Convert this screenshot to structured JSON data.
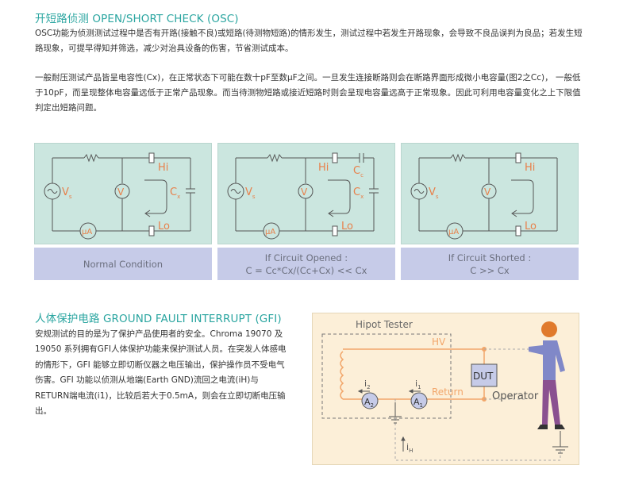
{
  "osc": {
    "title": "开短路侦测 OPEN/SHORT CHECK (OSC)",
    "para1": "OSC功能为侦测测试过程中是否有开路(接触不良)或短路(待测物短路)的情形发生，测试过程中若发生开路现象，会导致不良品误判为良品；若发生短路现象，可提早得知并筛选，减少对治具设备的伤害，节省测试成本。",
    "para2": "一般耐压测试产品皆呈电容性(Cx)，在正常状态下可能在数十pF至数μF之间。一旦发生连接断路则会在断路界面形成微小电容量(图2之Cc)， 一般低于10pF，而呈现整体电容量远低于正常产品现象。而当待测物短路或接近短路时则会呈现电容量远高于正常现象。因此可利用电容量变化之上下限值判定出短路问题。",
    "labels": {
      "hi": "Hi",
      "lo": "Lo",
      "v": "V",
      "ua": "μA",
      "vs_main": "V",
      "vs_sub": "s",
      "cx_main": "C",
      "cx_sub": "x",
      "cc_main": "C",
      "cc_sub": "c"
    },
    "captions": {
      "normal": "Normal Condition",
      "opened_line1": "If Circuit Opened :",
      "opened_eq": "C = Cc*Cx/(Cc+Cx) << Cx",
      "shorted_line1": "If Circuit Shorted :",
      "shorted_eq": "C >> Cx"
    }
  },
  "gfi": {
    "title": "人体保护电路 GROUND FAULT INTERRUPT (GFI)",
    "para": "安规测试的目的是为了保护产品使用者的安全。Chroma 19070 及 19050 系列拥有GFI人体保护功能来保护测试人员。在突发人体感电的情形下，GFI 能够立即切断仪器之电压输出，保护操作员不受电气伤害。GFI 功能以侦测从地端(Earth GND)流回之电流(iH)与RETURN端电流(i1)，比较后若大于0.5mA，则会在立即切断电压输出。",
    "diagram": {
      "hipot_tester": "Hipot Tester",
      "hv": "HV",
      "return": "Return",
      "dut": "DUT",
      "operator": "Operator",
      "a2_main": "A",
      "a2_sub": "2",
      "a1_main": "A",
      "a1_sub": "1",
      "i2_main": "i",
      "i2_sub": "2",
      "i1_main": "i",
      "i1_sub": "1",
      "ih_main": "i",
      "ih_sub": "H"
    }
  },
  "colors": {
    "accent": "#2aa5a0",
    "circuit_bg": "#cbe6df",
    "caption_bg": "#c6cbe8",
    "label_orange": "#e8804a",
    "gfi_bg": "#fcefd8",
    "wire_orange": "#f2a66a"
  }
}
